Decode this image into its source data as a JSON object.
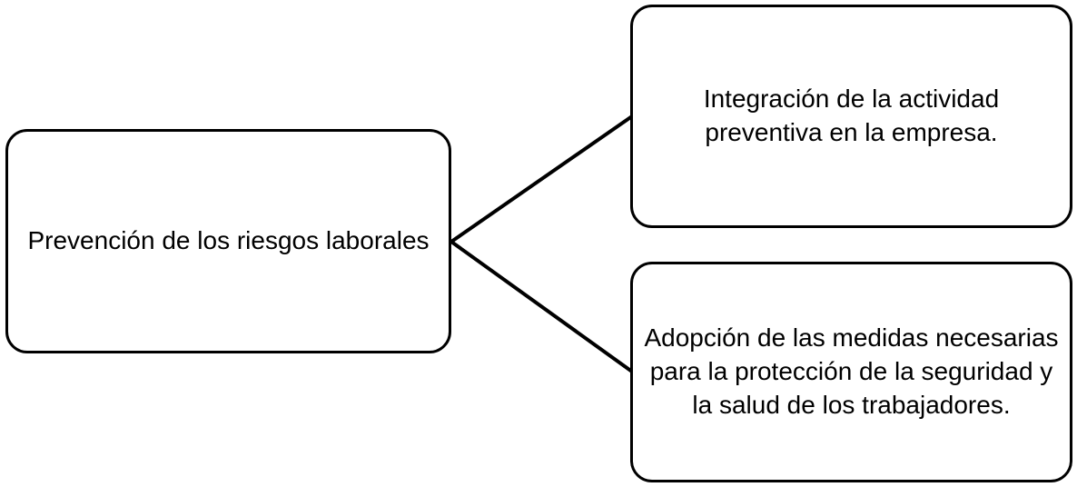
{
  "diagram": {
    "type": "tree",
    "direction": "left-to-right",
    "root": {
      "label": "Prevención de los riesgos laborales"
    },
    "children": [
      {
        "label": "Integración de la actividad preventiva en la empresa."
      },
      {
        "label": "Adopción de las medidas necesarias para la protección de la seguridad y la salud de los trabajadores."
      }
    ],
    "colors": {
      "background": "#ffffff",
      "node_fill": "#ffffff",
      "node_border": "#000000",
      "text": "#000000",
      "connector": "#000000"
    }
  }
}
